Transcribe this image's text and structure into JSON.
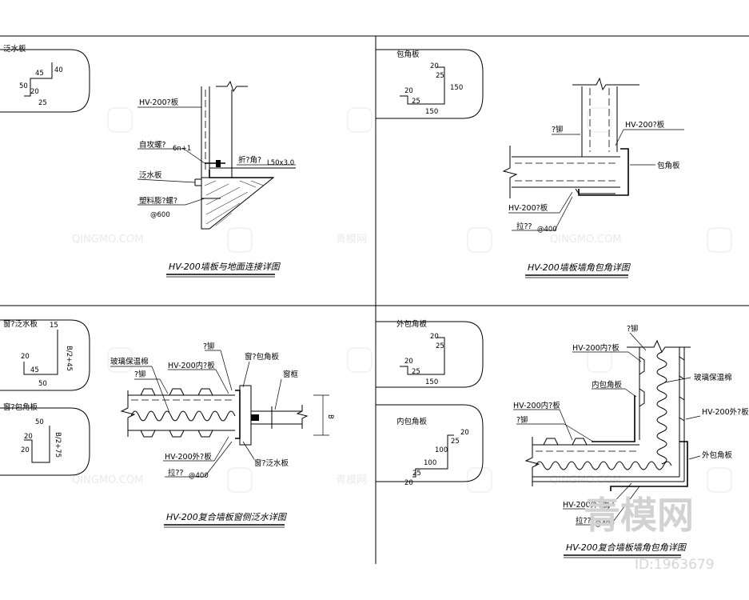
{
  "sheet": {
    "detail1": {
      "profile_label": "泛水板",
      "profile_dims": [
        "40",
        "45",
        "50",
        "20",
        "25"
      ],
      "labels": {
        "panel": "HV-200?板",
        "screw": "自攻螺?",
        "screw_spec": "6n+1",
        "flashing": "泛水板",
        "plug": "塑料膨?螺?",
        "plug_spec": "@600",
        "angle": "折?角?",
        "angle_spec": "L50x3.0"
      },
      "title": "HV-200墙板与地面连接详图"
    },
    "detail2": {
      "profile_label": "包角板",
      "profile_dims": [
        "20",
        "25",
        "150",
        "20",
        "25",
        "150"
      ],
      "labels": {
        "rivet": "?铆",
        "panel_top": "HV-200?板",
        "corner": "包角板",
        "panel_bottom": "HV-200?板",
        "rivet2": "拉??",
        "rivet2_spec": "@400"
      },
      "title": "HV-200墙板墙角包角详图"
    },
    "detail3": {
      "profile1_label": "窗?泛水板",
      "profile1_dims": [
        "15",
        "20",
        "45",
        "50",
        "B/2+45"
      ],
      "profile2_label": "窗?包角板",
      "profile2_dims": [
        "50",
        "20",
        "20",
        "B/2+75"
      ],
      "labels": {
        "glasswool": "玻璃保温棉",
        "rivet": "?铆",
        "inner_panel": "HV-200内?板",
        "rivet2": "?铆",
        "window_trim": "窗?包角板",
        "window_frame": "窗框",
        "outer_panel": "HV-200外?板",
        "pull_rivet": "拉??",
        "pull_rivet_spec": "@400",
        "window_flash": "窗?泛水板",
        "b_dim": "B"
      },
      "title": "HV-200复合墙板窗侧泛水详图"
    },
    "detail4": {
      "outer_label": "外包角板",
      "outer_dims": [
        "20",
        "25",
        "20",
        "25",
        "150"
      ],
      "inner_label": "内包角板",
      "inner_dims": [
        "20",
        "25",
        "100",
        "100",
        "25",
        "20"
      ],
      "labels": {
        "rivet_top": "?铆",
        "inner_panel_top": "HV-200内?板",
        "glasswool": "玻璃保温棉",
        "inner_corner": "内包角板",
        "inner_panel": "HV-200内?板",
        "rivet": "?铆",
        "outer_panel": "HV-200外?板",
        "outer_corner": "外包角板",
        "outer_panel_bottom": "HV-200外?板",
        "pull_rivet": "拉??",
        "pull_rivet_spec": "@400"
      },
      "title": "HV-200复合墙板墙角包角详图"
    },
    "watermark": {
      "brand": "QINGMO.COM",
      "brand_cn": "青模网",
      "logo": "青模网",
      "id": "ID:1963679"
    }
  }
}
